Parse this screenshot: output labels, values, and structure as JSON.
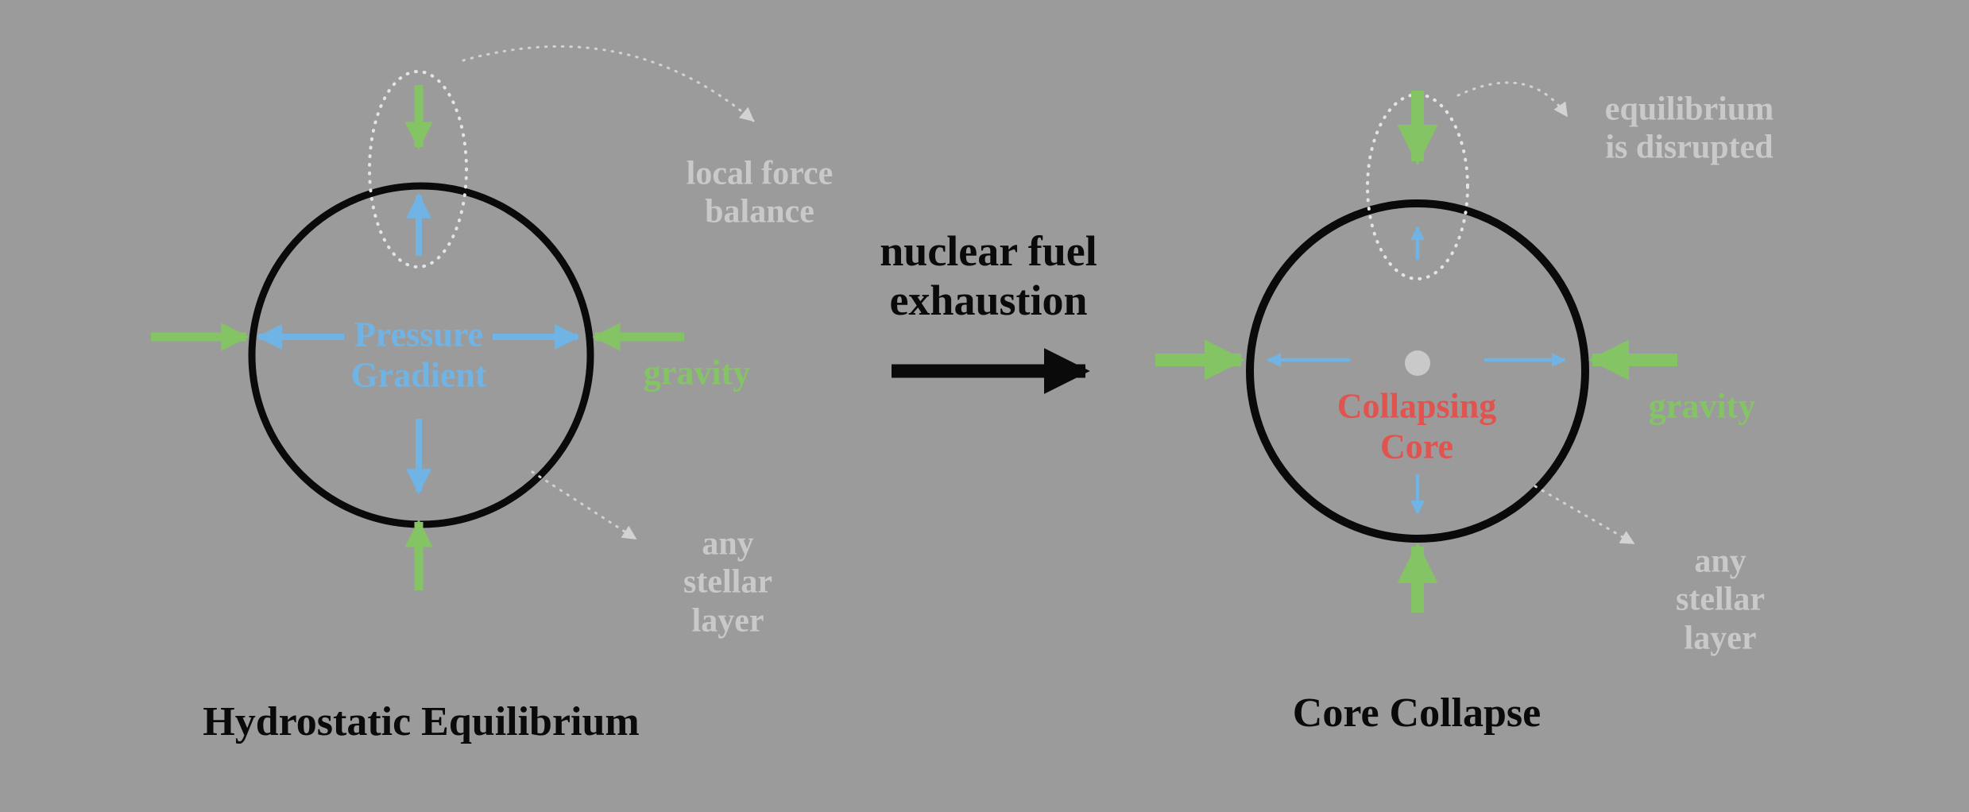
{
  "colors": {
    "background": "#9b9b9b",
    "green": "#85c464",
    "blue": "#70b4e6",
    "red": "#e1534e",
    "gray_text": "#c9c9c9",
    "callout": "#d2d2d2",
    "dotted_ellipse": "#e4e4e4",
    "core_dot": "#c9c9c9",
    "black": "#0a0a0a"
  },
  "left": {
    "title": "Hydrostatic Equilibrium",
    "circle_label": "Pressure\nGradient",
    "gravity_label": "gravity",
    "balance_note": "local force\nbalance",
    "layer_note": "any\nstellar\nlayer"
  },
  "center": {
    "transition_label": "nuclear fuel\nexhaustion"
  },
  "right": {
    "title": "Core Collapse",
    "core_label": "Collapsing\nCore",
    "gravity_label": "gravity",
    "disruption_note": "equilibrium\nis disrupted",
    "layer_note": "any\nstellar\nlayer"
  }
}
